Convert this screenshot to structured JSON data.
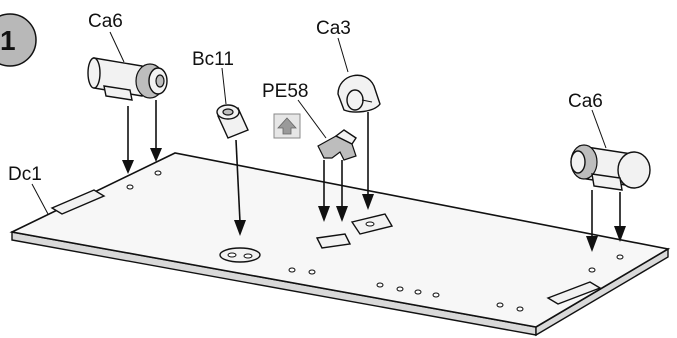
{
  "step": {
    "number": "1"
  },
  "labels": {
    "ca6_left": "Ca6",
    "bc11": "Bc11",
    "ca3": "Ca3",
    "pe58": "PE58",
    "ca6_right": "Ca6",
    "dc1": "Dc1"
  },
  "colors": {
    "step_badge": "#b8b8b8",
    "line": "#111111",
    "part_fill": "#f2f2f2",
    "board_fill": "#f7f7f7"
  },
  "icons": {
    "pe58_marker": "up-arrow-box-icon"
  }
}
